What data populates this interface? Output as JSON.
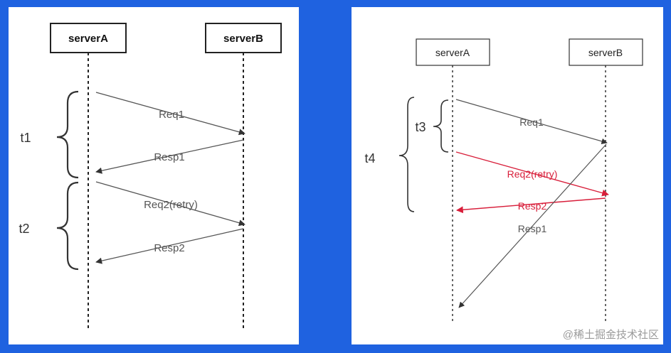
{
  "left_diagram": {
    "participant_a": "serverA",
    "participant_b": "serverB",
    "messages": {
      "req1": "Req1",
      "resp1": "Resp1",
      "req2": "Req2(retry)",
      "resp2": "Resp2"
    },
    "braces": {
      "t1": "t1",
      "t2": "t2"
    }
  },
  "right_diagram": {
    "participant_a": "serverA",
    "participant_b": "serverB",
    "messages": {
      "req1": "Req1",
      "req2": "Req2(retry)",
      "resp2": "Resp2",
      "resp1": "Resp1"
    },
    "braces": {
      "t3": "t3",
      "t4": "t4"
    },
    "colors": {
      "retry": "#d81e3a",
      "normal": "#555555"
    }
  },
  "watermark": "@稀土掘金技术社区"
}
